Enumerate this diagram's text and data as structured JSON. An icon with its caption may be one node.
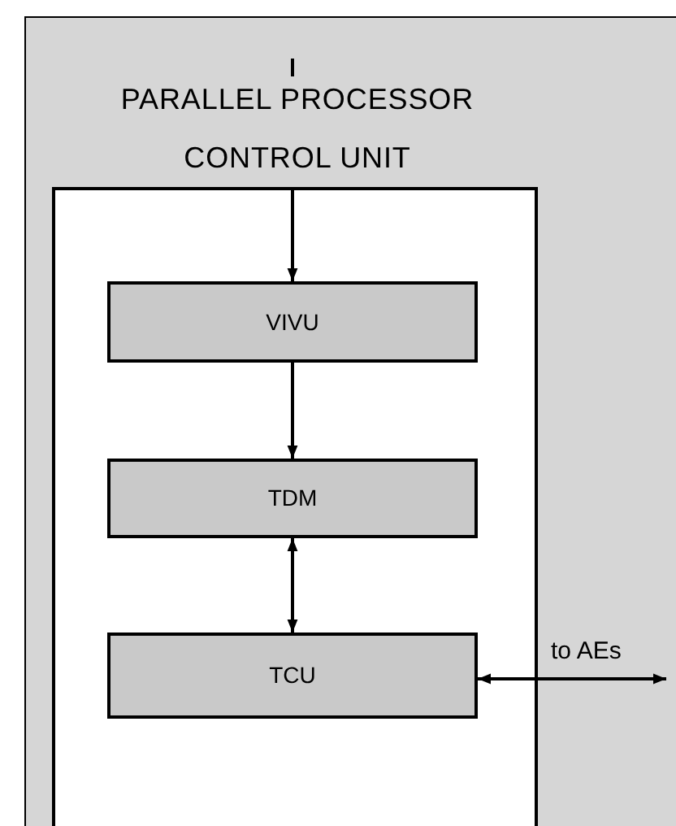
{
  "diagram": {
    "nodes": [
      {
        "text": [
          "PARALLEL PROCESSOR CONTROL UNIT"
        ]
      },
      {
        "text": [
          "VIVU"
        ],
        "in": 0
      },
      {
        "text": [
          "TDM"
        ],
        "in": 0
      },
      {
        "text": [
          "TCU"
        ],
        "in": 0
      }
    ],
    "edges": [
      {
        "from": null,
        "to": 1,
        "arrow": "to"
      },
      {
        "from": 1,
        "to": 2,
        "arrow": "to"
      },
      {
        "from": 2,
        "to": 3,
        "arrow": "both"
      },
      {
        "from": 3,
        "to": null,
        "arrow": "both",
        "label": "to AEs"
      }
    ]
  }
}
